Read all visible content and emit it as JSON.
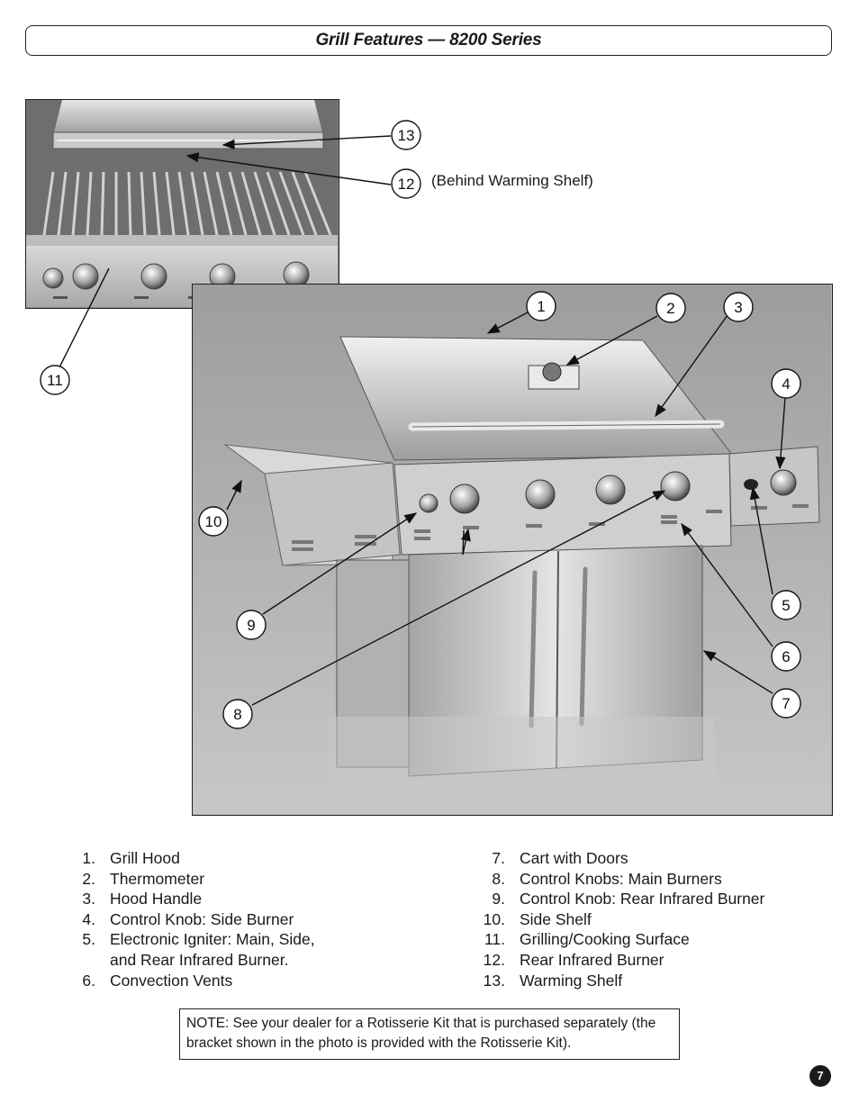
{
  "title": "Grill Features — 8200 Series",
  "callouts": {
    "c1": "1",
    "c2": "2",
    "c3": "3",
    "c4": "4",
    "c5": "5",
    "c6": "6",
    "c7": "7",
    "c8": "8",
    "c9": "9",
    "c10": "10",
    "c11": "11",
    "c12": "12",
    "c13": "13"
  },
  "callout_note_12": "(Behind Warming Shelf)",
  "legend_left": [
    {
      "num": "1.",
      "text": "Grill Hood"
    },
    {
      "num": "2.",
      "text": "Thermometer"
    },
    {
      "num": "3.",
      "text": "Hood Handle"
    },
    {
      "num": "4.",
      "text": "Control Knob: Side Burner"
    },
    {
      "num": "5.",
      "text": "Electronic Igniter: Main, Side, and Rear Infrared Burner."
    },
    {
      "num": "6.",
      "text": "Convection Vents"
    }
  ],
  "legend_right": [
    {
      "num": "7.",
      "text": "Cart with Doors"
    },
    {
      "num": "8.",
      "text": "Control Knobs: Main Burners"
    },
    {
      "num": "9.",
      "text": "Control Knob: Rear Infrared Burner"
    },
    {
      "num": "10.",
      "text": "Side Shelf"
    },
    {
      "num": "11.",
      "text": "Grilling/Cooking Surface"
    },
    {
      "num": "12.",
      "text": "Rear Infrared Burner"
    },
    {
      "num": "13.",
      "text": "Warming Shelf"
    }
  ],
  "note": "NOTE: See your dealer for a Rotisserie Kit that is purchased separately (the bracket shown in the photo is provided with the Rotisserie Kit).",
  "page_number": "7",
  "colors": {
    "ink": "#1a1a1a",
    "photo_bg": "#b8b8b8",
    "steel": "#cfcfcf"
  }
}
